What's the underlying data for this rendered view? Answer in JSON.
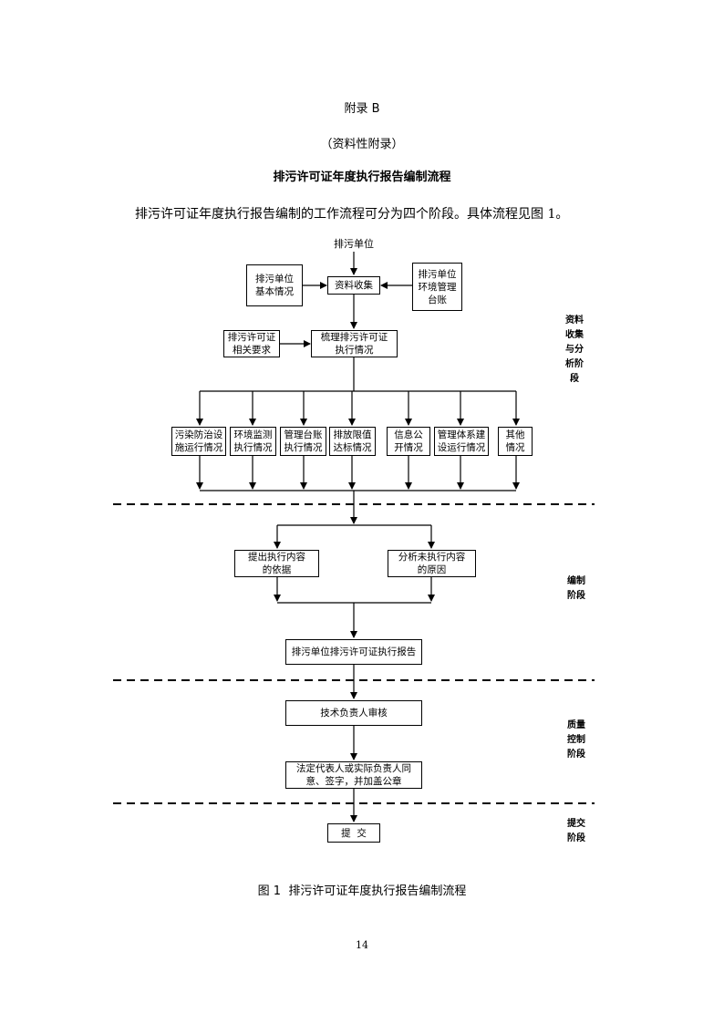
{
  "header": {
    "appendix_title": "附录 B",
    "appendix_type": "（资料性附录）",
    "section_title": "排污许可证年度执行报告编制流程"
  },
  "intro": "排污许可证年度执行报告编制的工作流程可分为四个阶段。具体流程见图 1。",
  "flow": {
    "top_label": "排污单位",
    "basic_info": [
      "排污单位",
      "基本情况"
    ],
    "collect": [
      "资料收集"
    ],
    "env_ledger": [
      "排污单位",
      "环境管理",
      "台账"
    ],
    "permit_req": [
      "排污许可证",
      "相关要求"
    ],
    "sort_exec": [
      "梳理排污许可证",
      "执行情况"
    ],
    "items": [
      [
        "污染防治设",
        "施运行情况"
      ],
      [
        "环境监测",
        "执行情况"
      ],
      [
        "管理台账",
        "执行情况"
      ],
      [
        "排放限值",
        "达标情况"
      ],
      [
        "信息公",
        "开情况"
      ],
      [
        "管理体系建",
        "设运行情况"
      ],
      [
        "其他",
        "情况"
      ]
    ],
    "basis": [
      "提出执行内容",
      "的依据"
    ],
    "reasons": [
      "分析未执行内容",
      "的原因"
    ],
    "report": [
      "排污单位排污许可证执行报告"
    ],
    "review": [
      "技术负责人审核"
    ],
    "sign": [
      "法定代表人或实际负责人同",
      "意、签字，并加盖公章"
    ],
    "submit": [
      "提  交"
    ]
  },
  "phases": [
    [
      "资料",
      "收集",
      "与分",
      "析阶",
      "段"
    ],
    [
      "编制",
      "阶段"
    ],
    [
      "质量",
      "控制",
      "阶段"
    ],
    [
      "提交",
      "阶段"
    ]
  ],
  "caption": "图 1  排污许可证年度执行报告编制流程",
  "page_number": "14"
}
